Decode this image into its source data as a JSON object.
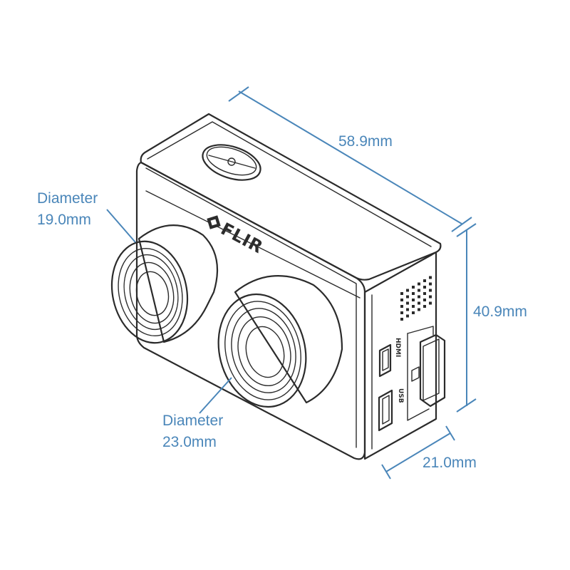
{
  "diagram": {
    "colors": {
      "dimension": "#4a86b9",
      "outline": "#2b2b2b",
      "body_fill": "#ffffff"
    },
    "dimensions": {
      "length": "58.9mm",
      "height": "40.9mm",
      "depth": "21.0mm"
    },
    "small_lens": {
      "label": "Diameter",
      "value": "19.0mm"
    },
    "large_lens": {
      "label": "Diameter",
      "value": "23.0mm"
    },
    "camera": {
      "brand": "FLIR",
      "brand_logo": "flir-diamond-logo",
      "ports": {
        "hdmi_label": "HDMI",
        "usb_label": "USB"
      }
    }
  }
}
